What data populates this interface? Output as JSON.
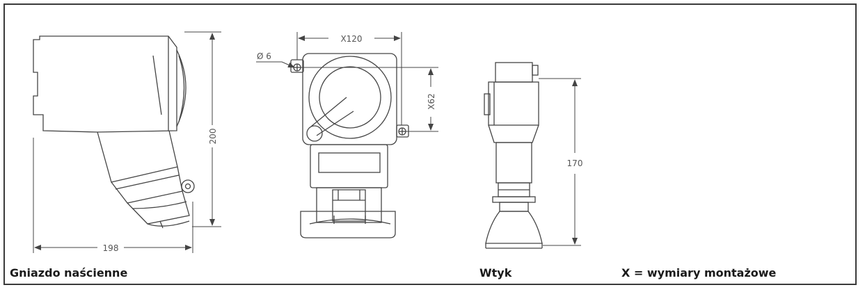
{
  "dimensions": {
    "socket_width": "198",
    "socket_height": "200",
    "mount_horizontal": "X120",
    "mount_vertical": "X62",
    "hole_diameter": "Ø 6",
    "plug_height": "170"
  },
  "captions": {
    "wall_socket": "Gniazdo naścienne",
    "plug": "Wtyk",
    "legend": "X = wymiary montażowe"
  }
}
